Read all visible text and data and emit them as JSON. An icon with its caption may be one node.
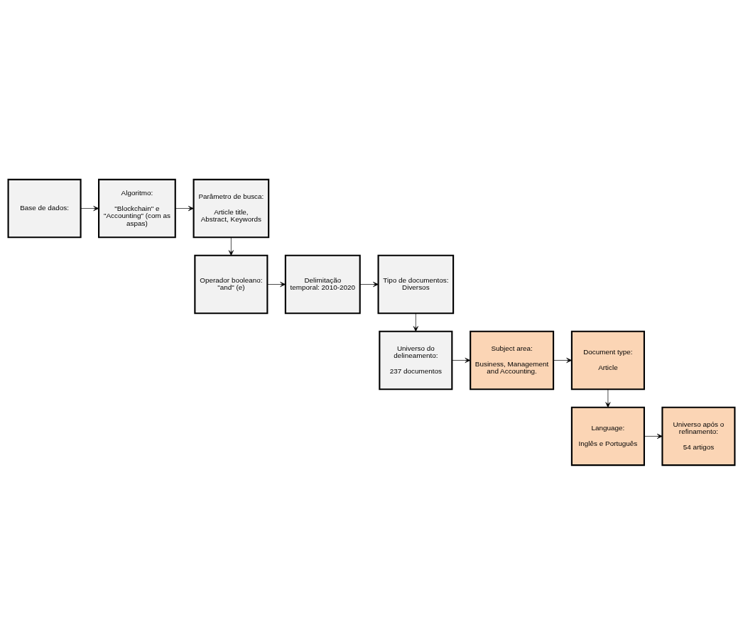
{
  "diagram": {
    "nodes": [
      {
        "text": [
          "Base de dados:"
        ]
      },
      {
        "text": [
          "Algoritmo:",
          "\"Blockchain\" e \"Accounting\" (com as aspas)"
        ]
      },
      {
        "text": [
          "Parâmetro de busca:",
          "Article title, Abstract, Keywords"
        ]
      },
      {
        "text": [
          "Operador booleano: \"and\" (e)"
        ]
      },
      {
        "text": [
          "Delimitação temporal: 2010-2020"
        ]
      },
      {
        "text": [
          "Tipo de documentos: Diversos"
        ]
      },
      {
        "text": [
          "Universo do delineamento:",
          "237 documentos"
        ]
      },
      {
        "text": [
          "Subject area:",
          "Business, Management and Accounting."
        ]
      },
      {
        "text": [
          "Document type:",
          "Article"
        ]
      },
      {
        "text": [
          "Language:",
          "Inglês e Português"
        ]
      },
      {
        "text": [
          "Universo após o refinamento:",
          "54 artigos"
        ]
      }
    ],
    "edges": [
      {
        "from": 0,
        "to": 1,
        "arrow": "to"
      },
      {
        "from": 1,
        "to": 2,
        "arrow": "to"
      },
      {
        "from": 2,
        "to": 3,
        "arrow": "to"
      },
      {
        "from": 3,
        "to": 4,
        "arrow": "to"
      },
      {
        "from": 4,
        "to": 5,
        "arrow": "to"
      },
      {
        "from": 5,
        "to": 6,
        "arrow": "to"
      },
      {
        "from": 6,
        "to": 7,
        "arrow": "to"
      },
      {
        "from": 7,
        "to": 8,
        "arrow": "to"
      },
      {
        "from": 8,
        "to": 9,
        "arrow": "to"
      },
      {
        "from": 9,
        "to": 10,
        "arrow": "to"
      }
    ]
  }
}
